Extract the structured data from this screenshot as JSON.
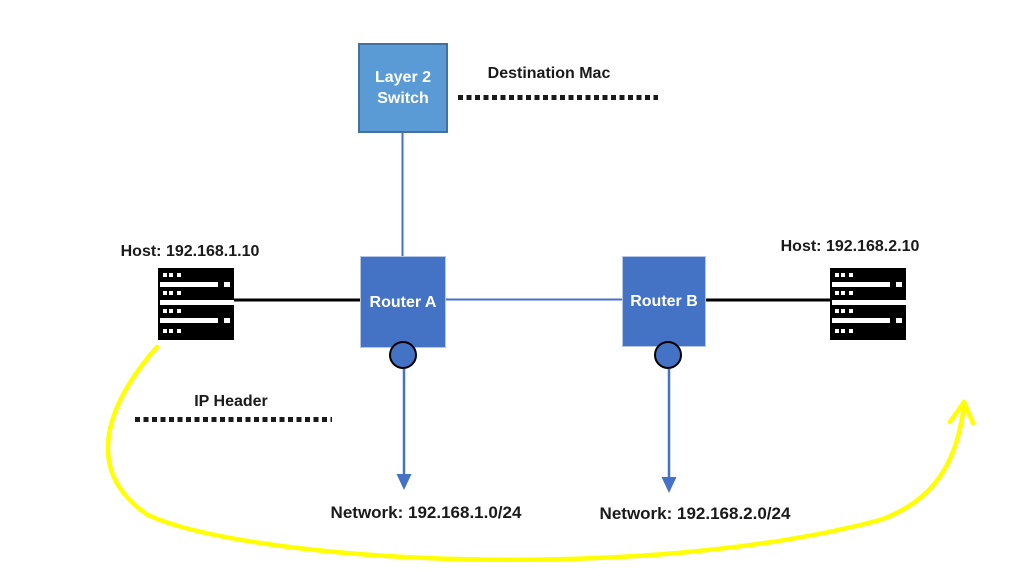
{
  "diagram": {
    "title": "routed-network-diagram",
    "colors": {
      "switch_fill": "#5B9BD5",
      "switch_border": "#41719C",
      "router_fill": "#4472C4",
      "router_border": "#B4C7E7",
      "line_blue": "#4472C4",
      "line_black": "#000000",
      "dot_black": "#1a1a1a",
      "arrow_yellow": "#FFFF00",
      "text_dark": "#1a1a1a",
      "text_light": "#ffffff",
      "host_icon_black": "#000000"
    },
    "nodes": {
      "switch": {
        "label_lines": [
          "Layer 2",
          "Switch"
        ]
      },
      "router_a": {
        "label": "Router A"
      },
      "router_b": {
        "label": "Router B"
      },
      "host_left": {
        "label": "Host: 192.168.1.10"
      },
      "host_right": {
        "label": "Host: 192.168.2.10"
      }
    },
    "annotations": {
      "destination_mac": "Destination Mac",
      "ip_header": "IP Header",
      "network_left": "Network: 192.168.1.0/24",
      "network_right": "Network: 192.168.2.0/24"
    },
    "icons": {
      "hosts": "server-icon",
      "router_ports": "port-circle-icon",
      "flow_arrow": "curved-arrow-icon",
      "down_arrows": "arrow-down-icon"
    }
  }
}
